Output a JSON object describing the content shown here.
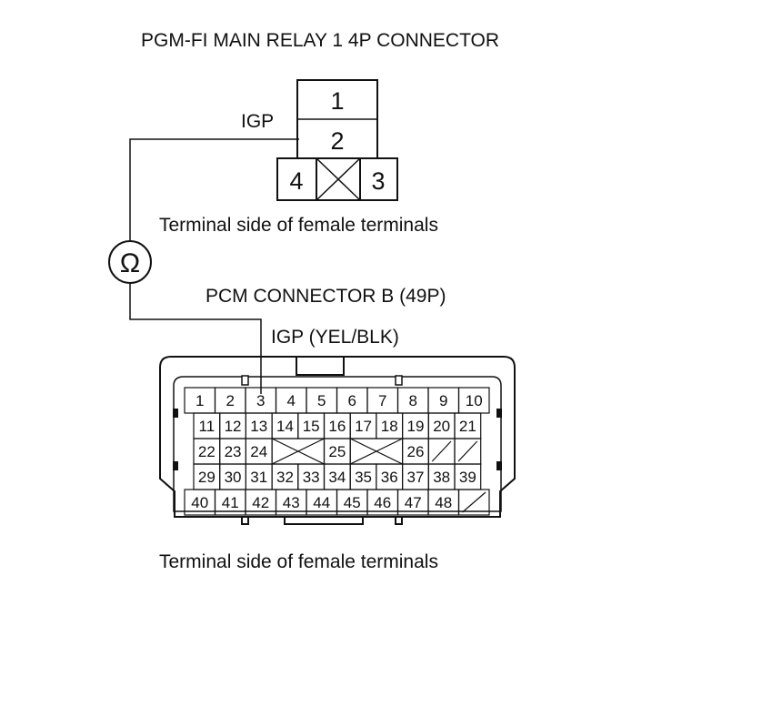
{
  "relay": {
    "title": "PGM-FI MAIN RELAY 1 4P CONNECTOR",
    "signal_label": "IGP",
    "terminal_note": "Terminal side of female terminals",
    "pins": [
      "1",
      "2",
      "4",
      "3"
    ]
  },
  "meter": {
    "symbol": "Ω"
  },
  "pcm": {
    "title": "PCM CONNECTOR B (49P)",
    "signal_label": "IGP (YEL/BLK)",
    "terminal_note": "Terminal side of female terminals",
    "rows": [
      [
        "1",
        "2",
        "3",
        "4",
        "5",
        "6",
        "7",
        "8",
        "9",
        "10"
      ],
      [
        "11",
        "12",
        "13",
        "14",
        "15",
        "16",
        "17",
        "18",
        "19",
        "20",
        "21"
      ],
      [
        "22",
        "23",
        "24",
        "",
        "",
        "25",
        "",
        "",
        "26",
        "",
        ""
      ],
      [
        "29",
        "30",
        "31",
        "32",
        "33",
        "34",
        "35",
        "36",
        "37",
        "38",
        "39"
      ],
      [
        "40",
        "41",
        "42",
        "43",
        "44",
        "45",
        "46",
        "47",
        "48",
        ""
      ]
    ]
  },
  "colors": {
    "line": "#111111",
    "background": "#ffffff"
  }
}
